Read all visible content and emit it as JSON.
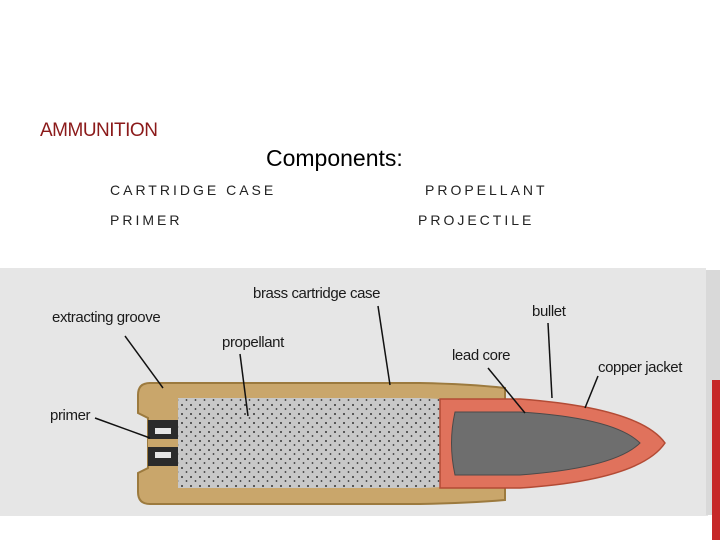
{
  "title": "AMMUNITION",
  "subtitle": "Components:",
  "components": [
    "CARTRIDGE CASE",
    "PROPELLANT",
    "PRIMER",
    "PROJECTILE"
  ],
  "diagram": {
    "labels": {
      "extracting_groove": "extracting groove",
      "brass_cartridge_case": "brass cartridge case",
      "bullet": "bullet",
      "propellant": "propellant",
      "lead_core": "lead core",
      "copper_jacket": "copper jacket",
      "primer": "primer"
    }
  },
  "colors": {
    "title": "#8b1a1a",
    "brass": "#c9a66b",
    "copper": "#e0725c",
    "lead": "#6e6e6e",
    "propellant": "#c8c8c8",
    "panel": "#e6e6e6",
    "accent": "#c62828"
  }
}
